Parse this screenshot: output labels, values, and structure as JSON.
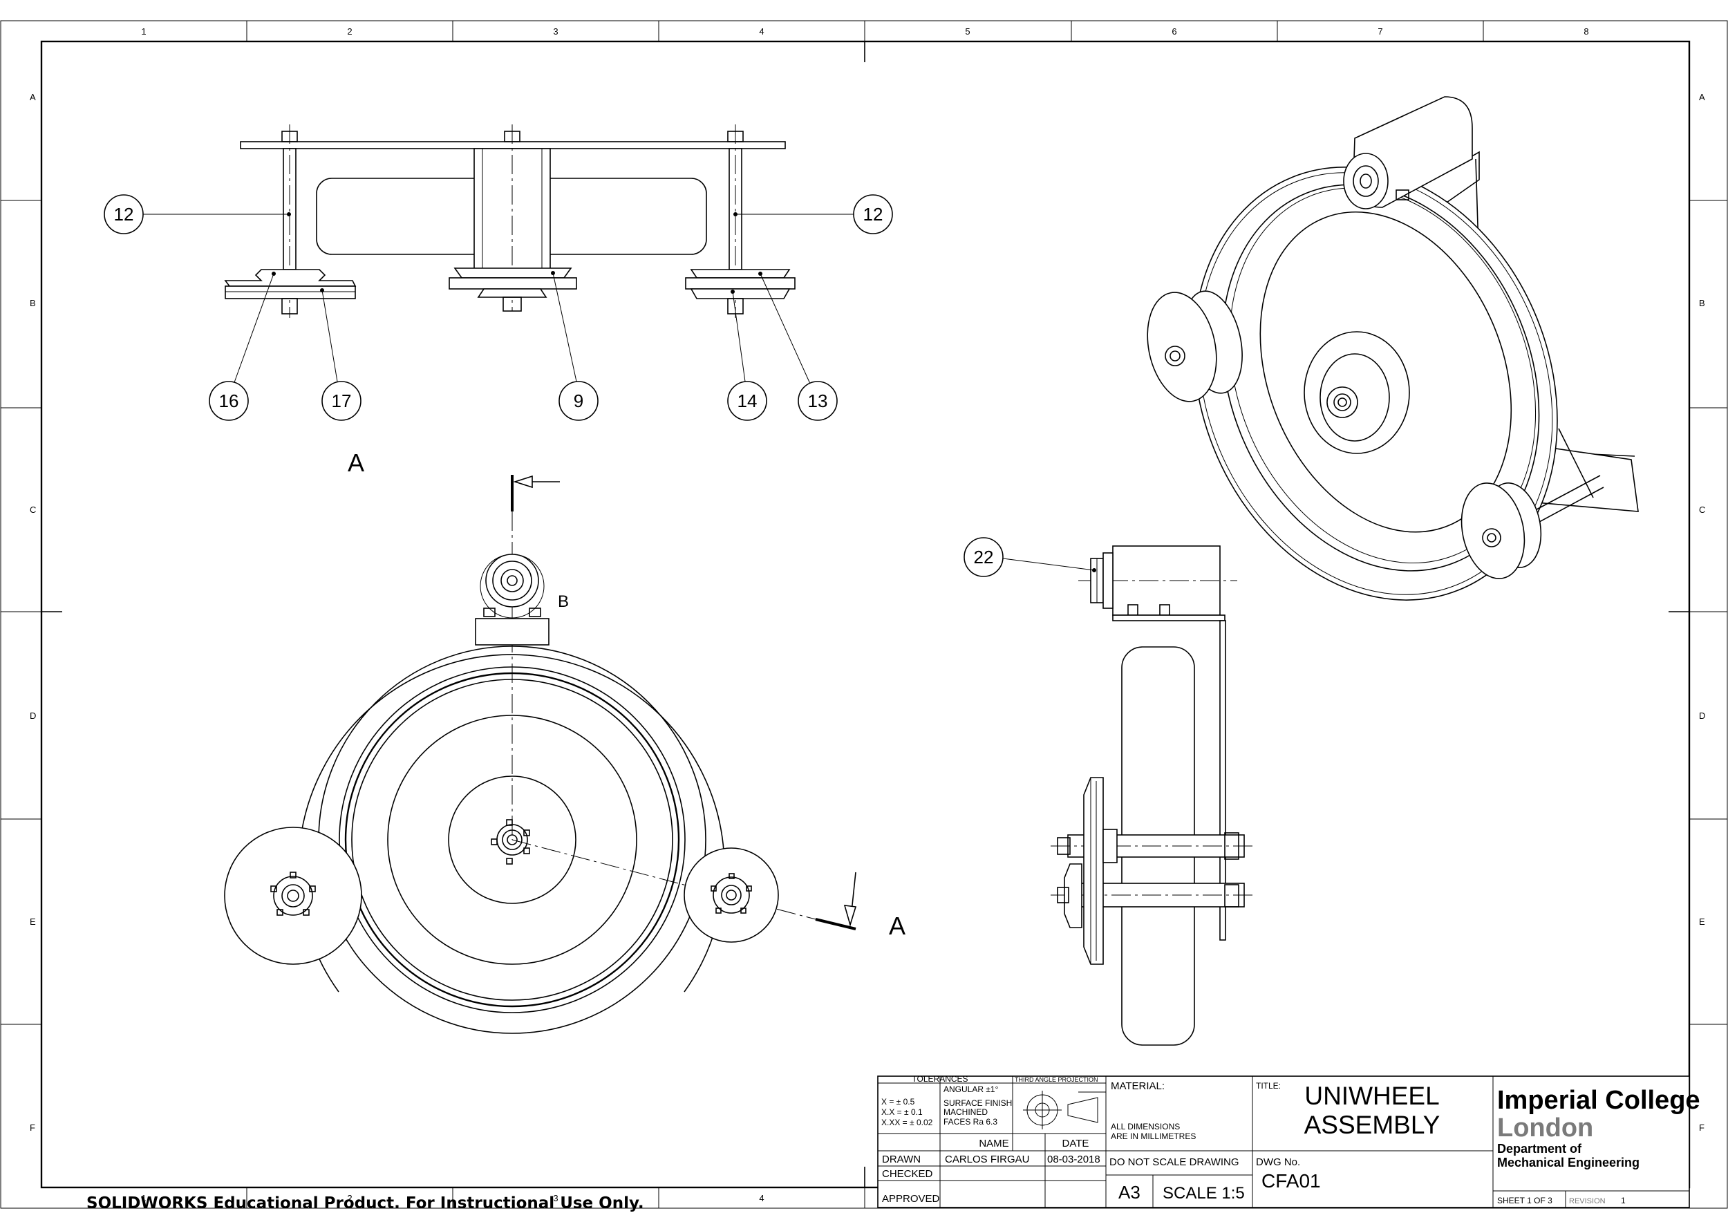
{
  "border": {
    "columns": [
      "1",
      "2",
      "3",
      "4",
      "5",
      "6",
      "7",
      "8"
    ],
    "rows": [
      "A",
      "B",
      "C",
      "D",
      "E",
      "F"
    ]
  },
  "balloons": {
    "top_left_12": "12",
    "top_right_12": "12",
    "b16": "16",
    "b17": "17",
    "b9": "9",
    "b14": "14",
    "b13": "13",
    "b22": "22"
  },
  "section_marks": {
    "top": "A",
    "bottom": "A",
    "detail": "B"
  },
  "title_block": {
    "tolerances_label": "TOLERANCES",
    "tol_x": "X     = ± 0.5",
    "tol_xx": "X.X   = ± 0.1",
    "tol_xxx": "X.XX = ± 0.02",
    "angular": "ANGULAR  ±1°",
    "surface_finish": "SURFACE FINISH",
    "machined": "MACHINED",
    "faces": "FACES       Ra 6.3",
    "projection_label": "THIRD ANGLE PROJECTION",
    "name_label": "NAME",
    "date_label": "DATE",
    "drawn_label": "DRAWN",
    "checked_label": "CHECKED",
    "approved_label": "APPROVED",
    "drawn_name": "CARLOS FIRGAU",
    "drawn_date": "08-03-2018",
    "material_label": "MATERIAL:",
    "dims_line1": "ALL DIMENSIONS",
    "dims_line2": "ARE IN MILLIMETRES",
    "do_not_scale": "DO NOT SCALE DRAWING",
    "size": "A3",
    "scale": "SCALE 1:5",
    "title_label": "TITLE:",
    "title_line1": "UNIWHEEL",
    "title_line2": "ASSEMBLY",
    "dwg_label": "DWG No.",
    "dwg_no": "CFA01",
    "college_line1": "Imperial College",
    "college_line2": "London",
    "dept_line1": "Department of",
    "dept_line2": "Mechanical Engineering",
    "sheet": "SHEET 1 OF 3",
    "revision_label": "REVISION",
    "revision": "1"
  },
  "watermark": "SOLIDWORKS Educational Product. For Instructional Use Only.",
  "colors": {
    "ink": "#000000",
    "paper": "#ffffff",
    "grey_text": "#7a7a7a"
  }
}
